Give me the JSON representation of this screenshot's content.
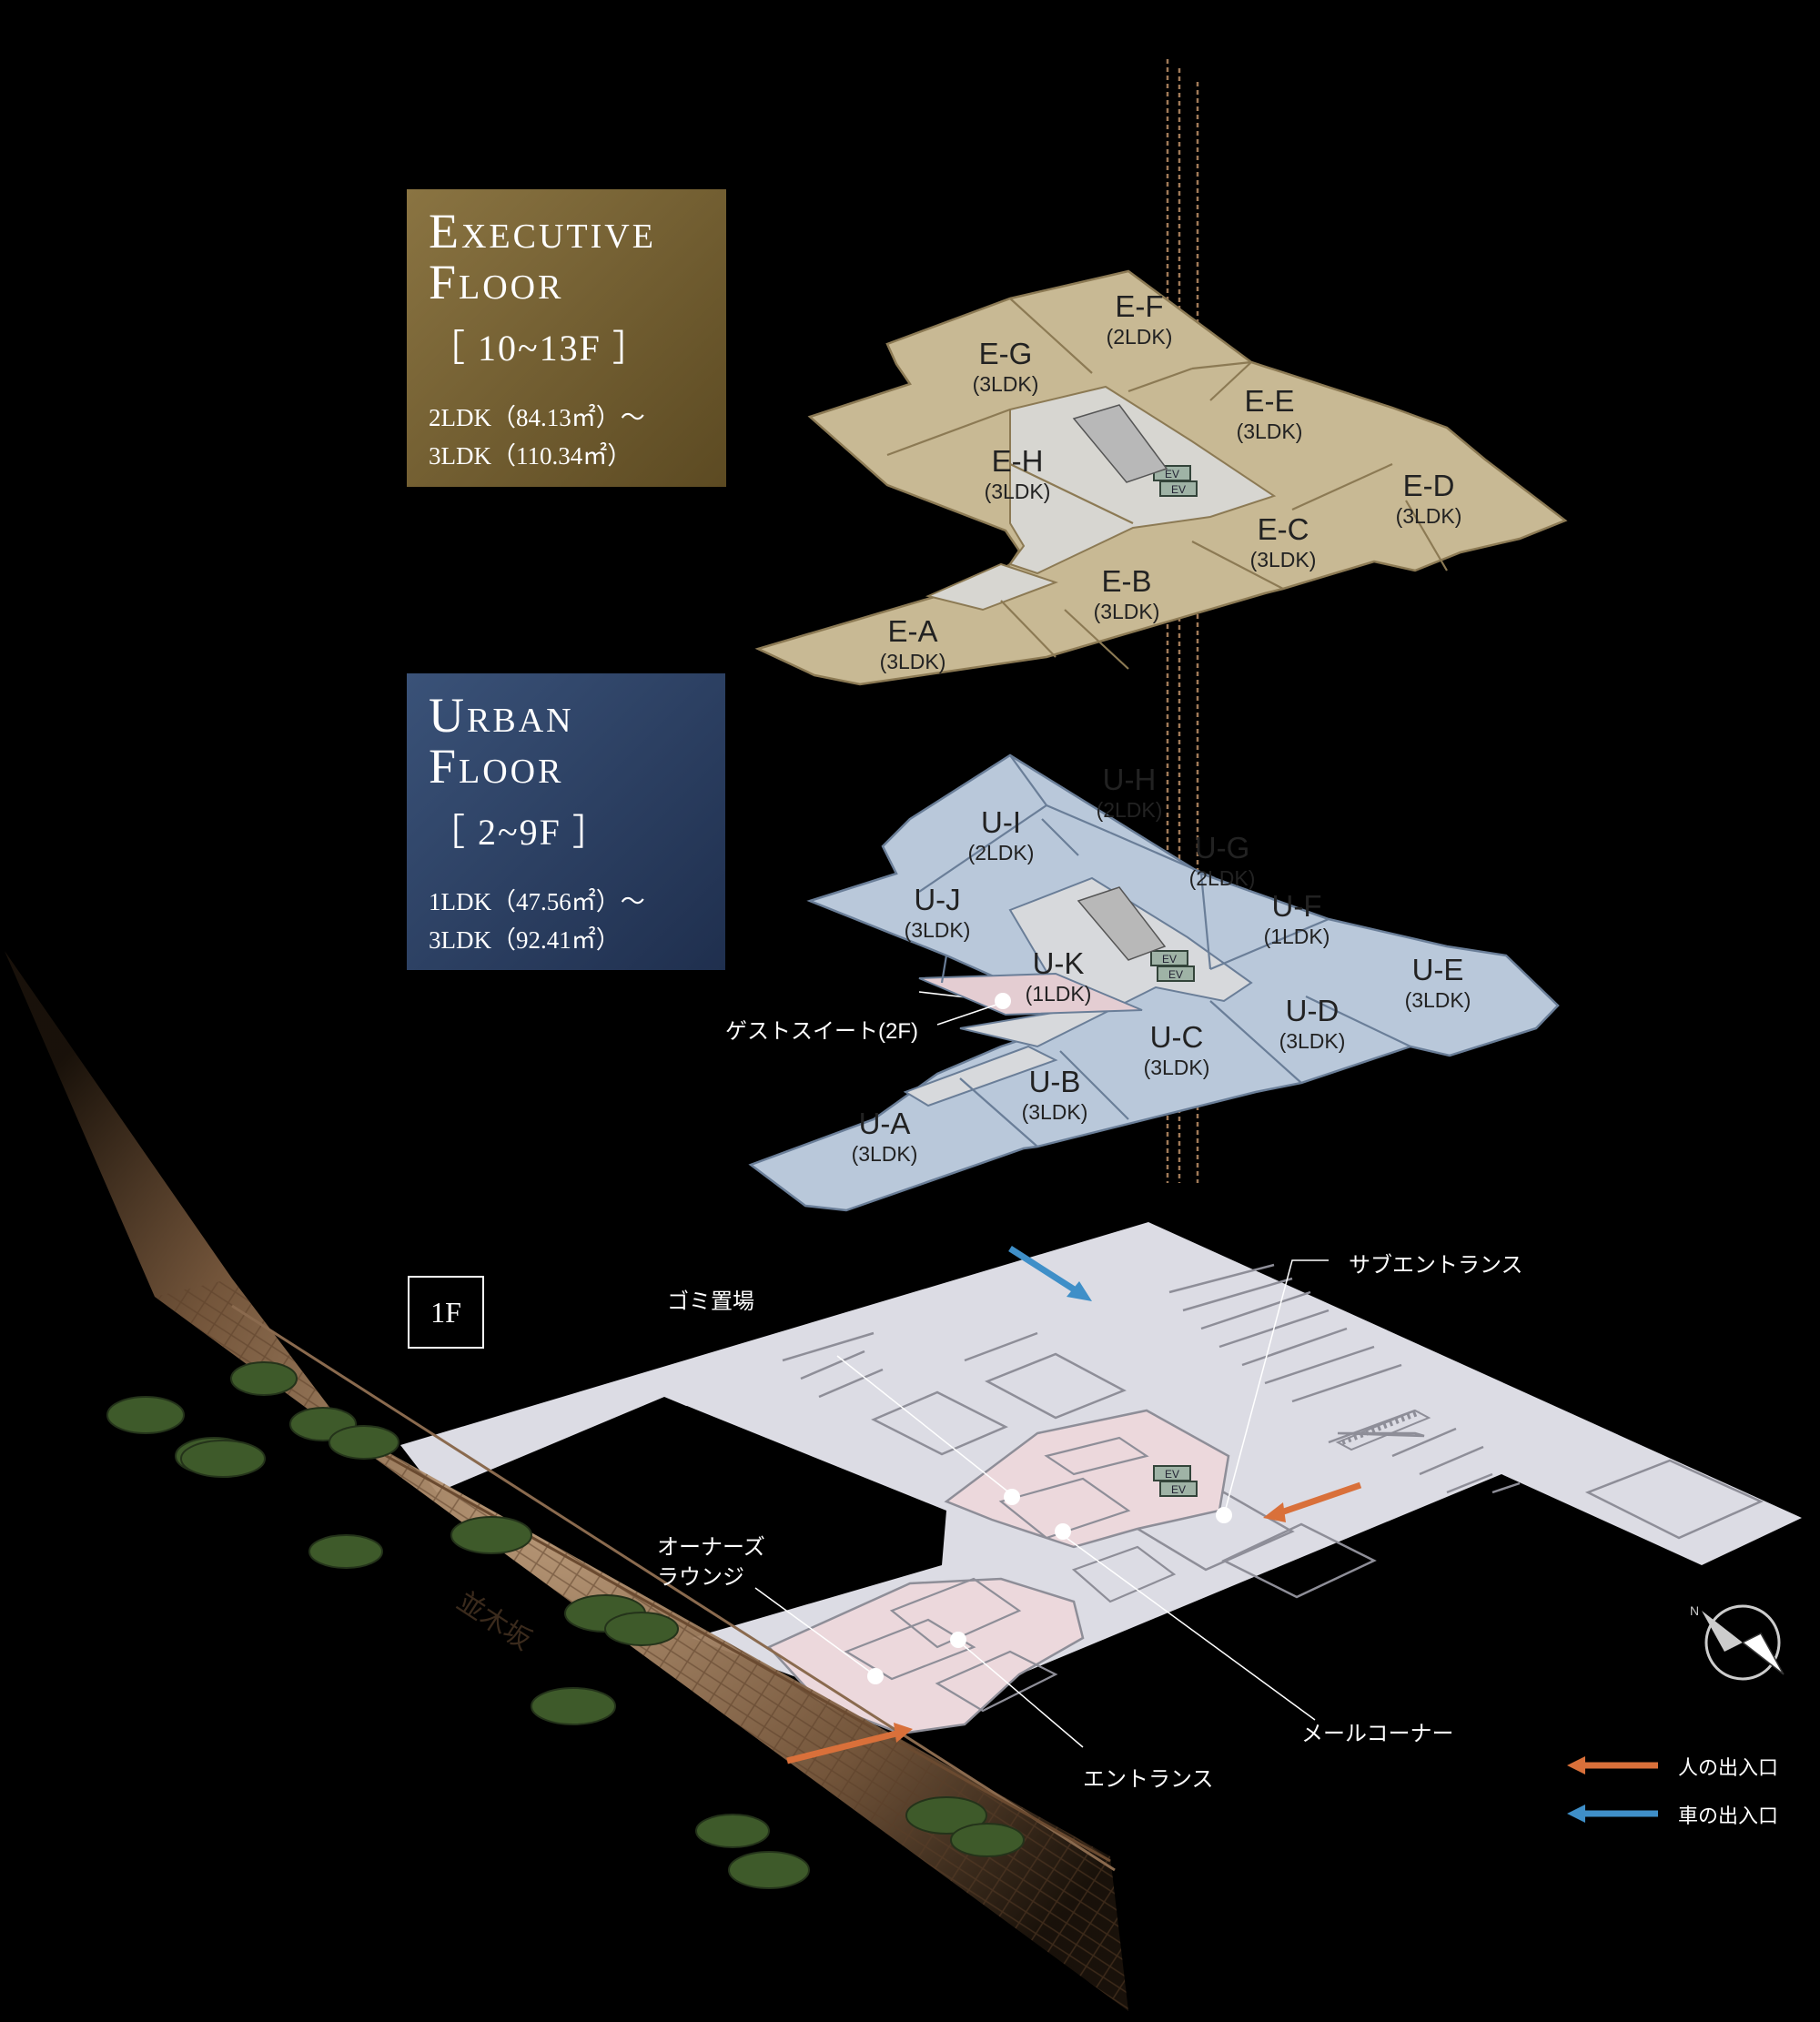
{
  "executive": {
    "title_line1": "Executive",
    "title_line2": "Floor",
    "floors": "［ 10~13F ］",
    "range_line1": "2LDK（84.13㎡）～",
    "range_line2": "3LDK（110.34㎡）",
    "units": [
      {
        "id": "E-F",
        "type": "(2LDK)"
      },
      {
        "id": "E-G",
        "type": "(3LDK)"
      },
      {
        "id": "E-E",
        "type": "(3LDK)"
      },
      {
        "id": "E-H",
        "type": "(3LDK)"
      },
      {
        "id": "E-D",
        "type": "(3LDK)"
      },
      {
        "id": "E-C",
        "type": "(3LDK)"
      },
      {
        "id": "E-B",
        "type": "(3LDK)"
      },
      {
        "id": "E-A",
        "type": "(3LDK)"
      }
    ]
  },
  "urban": {
    "title_line1": "Urban",
    "title_line2": "Floor",
    "floors": "［ 2~9F ］",
    "range_line1": "1LDK（47.56㎡）～",
    "range_line2": "3LDK（92.41㎡）",
    "units": [
      {
        "id": "U-H",
        "type": "(2LDK)"
      },
      {
        "id": "U-I",
        "type": "(2LDK)"
      },
      {
        "id": "U-G",
        "type": "(2LDK)"
      },
      {
        "id": "U-J",
        "type": "(3LDK)"
      },
      {
        "id": "U-F",
        "type": "(1LDK)"
      },
      {
        "id": "U-K",
        "type": "(1LDK)"
      },
      {
        "id": "U-E",
        "type": "(3LDK)"
      },
      {
        "id": "U-D",
        "type": "(3LDK)"
      },
      {
        "id": "U-C",
        "type": "(3LDK)"
      },
      {
        "id": "U-B",
        "type": "(3LDK)"
      },
      {
        "id": "U-A",
        "type": "(3LDK)"
      }
    ],
    "guest_suite": "ゲストスイート(2F)"
  },
  "ground": {
    "badge": "1F",
    "labels": {
      "sub_entrance": "サブエントランス",
      "garbage": "ゴミ置場",
      "owners_lounge_1": "オーナーズ",
      "owners_lounge_2": "ラウンジ",
      "mail_corner": "メールコーナー",
      "entrance": "エントランス"
    },
    "street_name": "並木坂",
    "ev_label": "EV"
  },
  "legend": {
    "people": "人の出入口",
    "vehicle": "車の出入口"
  },
  "colors": {
    "executive_floor": "#c8b994",
    "urban_floor": "#b9c8da",
    "ground_floor": "#dcdce4",
    "people_arrow": "#d9703a",
    "vehicle_arrow": "#3f8fc8"
  }
}
